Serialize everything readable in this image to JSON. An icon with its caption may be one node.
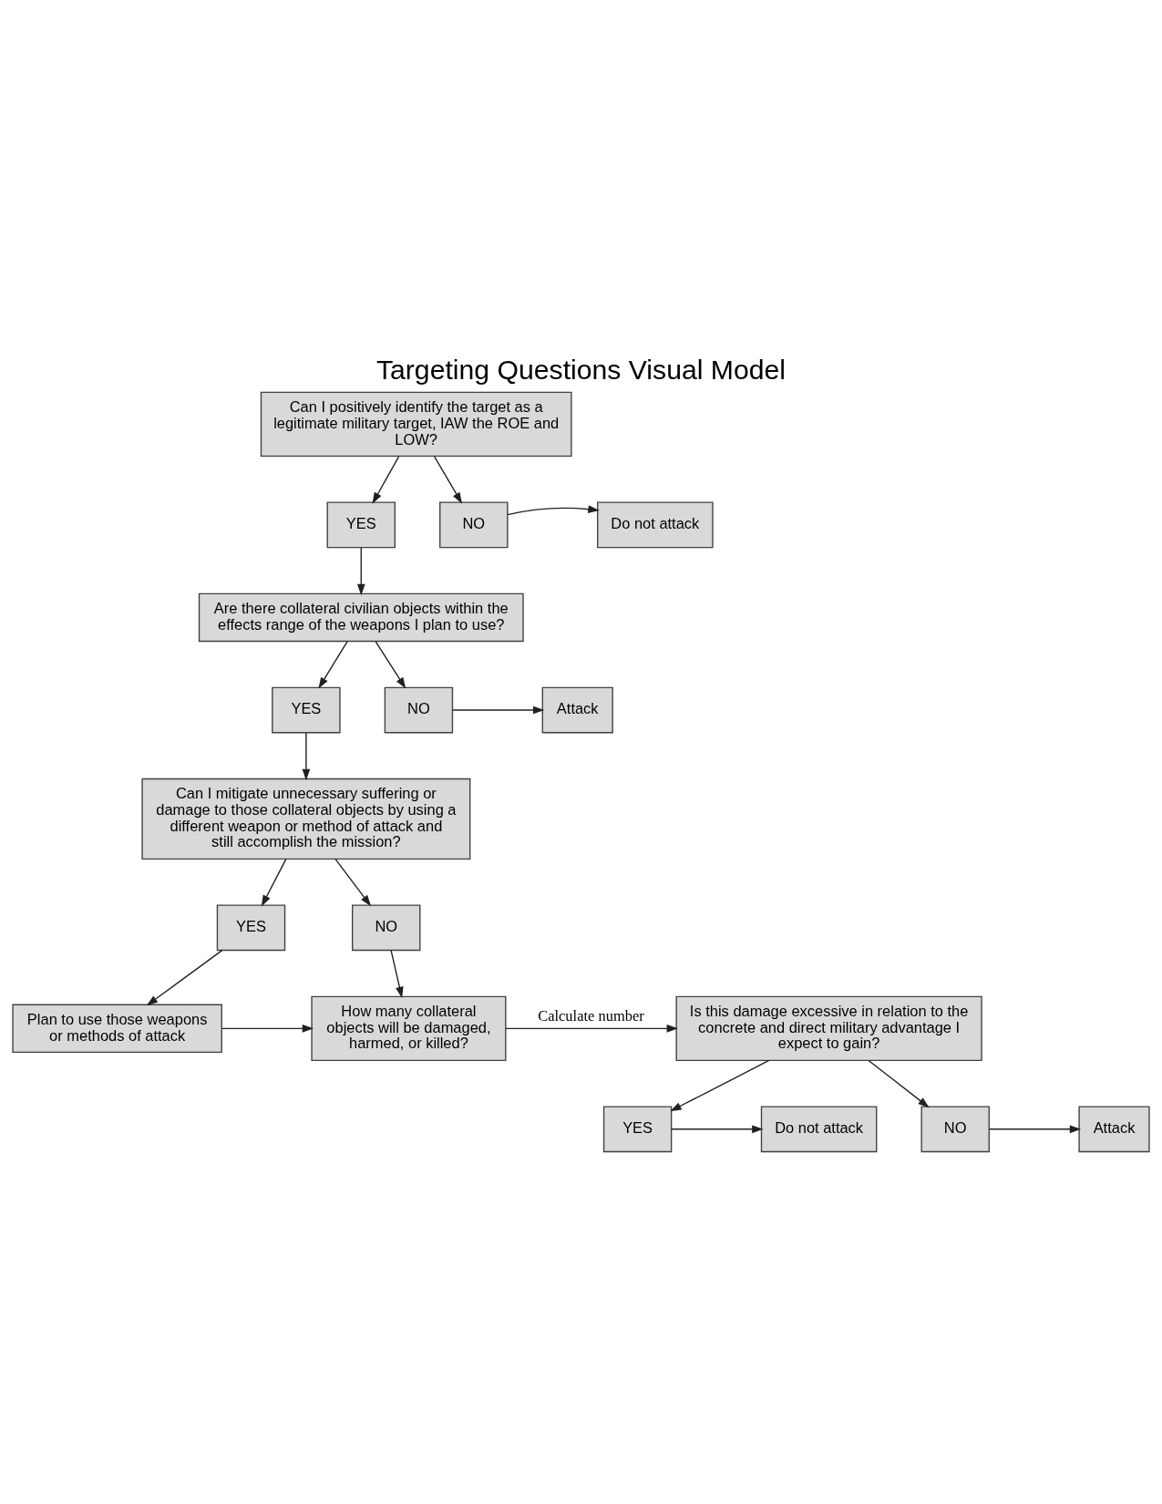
{
  "diagram": {
    "title": "Targeting Questions Visual Model",
    "nodes": [
      {
        "text": [
          "Can I positively identify the target as a legitimate military target, IAW the ROE and LOW?"
        ]
      },
      {
        "text": [
          "YES"
        ]
      },
      {
        "text": [
          "NO"
        ]
      },
      {
        "text": [
          "Do not attack"
        ]
      },
      {
        "text": [
          "Are there collateral civilian objects within the effects range of the weapons I plan to use?"
        ]
      },
      {
        "text": [
          "YES"
        ]
      },
      {
        "text": [
          "NO"
        ]
      },
      {
        "text": [
          "Attack"
        ]
      },
      {
        "text": [
          "Can I mitigate unnecessary suffering or damage to those collateral objects by using a different weapon or method of attack and still accomplish the mission?"
        ]
      },
      {
        "text": [
          "YES"
        ]
      },
      {
        "text": [
          "NO"
        ]
      },
      {
        "text": [
          "Plan to use those weapons or methods of attack"
        ]
      },
      {
        "text": [
          "How many collateral objects will be damaged, harmed, or killed?"
        ]
      },
      {
        "text": [
          "Is this damage excessive in relation to the concrete and direct military advantage I expect to gain?"
        ]
      },
      {
        "text": [
          "YES"
        ]
      },
      {
        "text": [
          "NO"
        ]
      },
      {
        "text": [
          "Do not attack"
        ]
      },
      {
        "text": [
          "Attack"
        ]
      }
    ],
    "edges": [
      {
        "from": 0,
        "to": 1,
        "arrow": "to"
      },
      {
        "from": 0,
        "to": 2,
        "arrow": "to"
      },
      {
        "from": 2,
        "to": 3,
        "arrow": "to"
      },
      {
        "from": 1,
        "to": 4,
        "arrow": "to"
      },
      {
        "from": 4,
        "to": 5,
        "arrow": "to"
      },
      {
        "from": 4,
        "to": 6,
        "arrow": "to"
      },
      {
        "from": 6,
        "to": 7,
        "arrow": "to"
      },
      {
        "from": 5,
        "to": 8,
        "arrow": "to"
      },
      {
        "from": 8,
        "to": 9,
        "arrow": "to"
      },
      {
        "from": 8,
        "to": 10,
        "arrow": "to"
      },
      {
        "from": 9,
        "to": 11,
        "arrow": "to"
      },
      {
        "from": 10,
        "to": 12,
        "arrow": "to"
      },
      {
        "from": 11,
        "to": 12,
        "arrow": "to"
      },
      {
        "from": 12,
        "to": 13,
        "arrow": "to",
        "label": "Calculate number"
      },
      {
        "from": 13,
        "to": 14,
        "arrow": "to"
      },
      {
        "from": 13,
        "to": 15,
        "arrow": "to"
      },
      {
        "from": 14,
        "to": 16,
        "arrow": "to"
      },
      {
        "from": 15,
        "to": 17,
        "arrow": "to"
      }
    ]
  }
}
